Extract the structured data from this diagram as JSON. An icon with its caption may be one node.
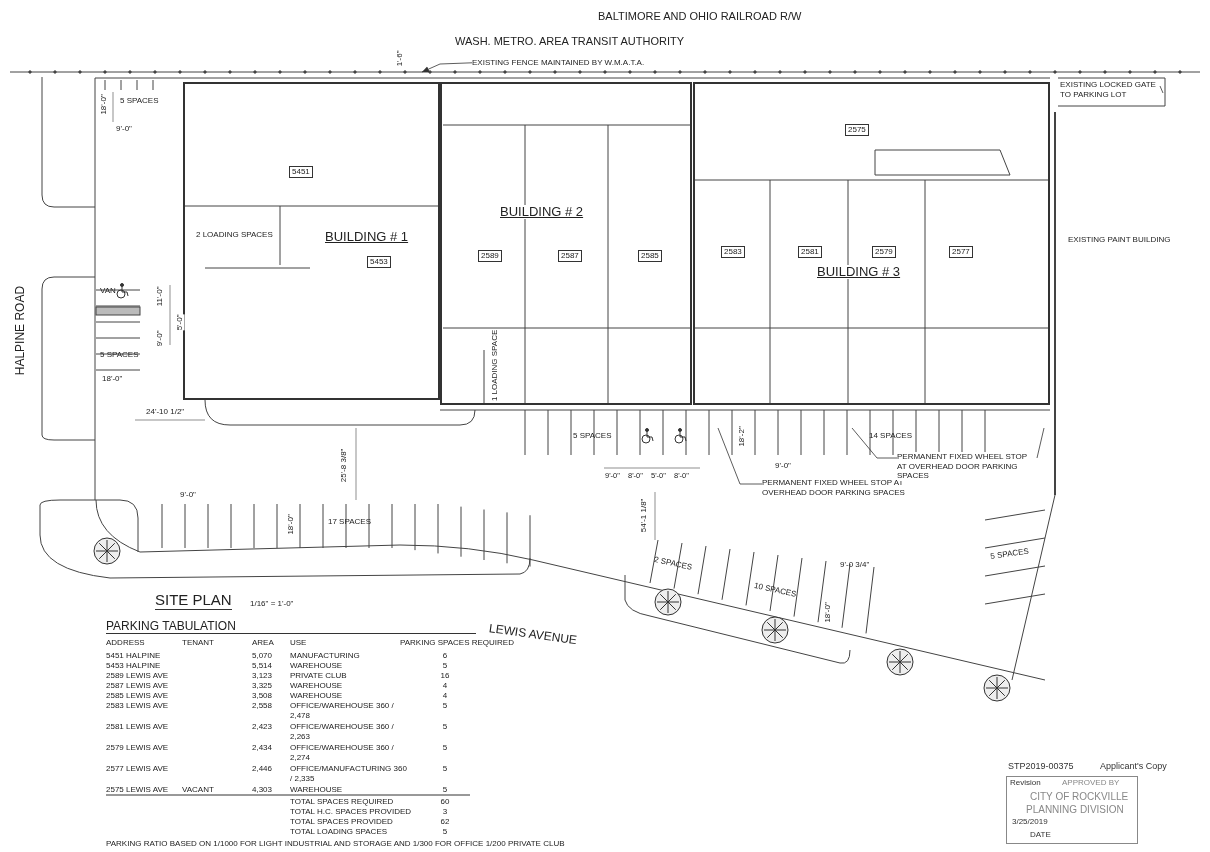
{
  "diagram": {
    "title": "SITE PLAN",
    "nodes": [
      {
        "text": [
          "BUILDING # 1"
        ]
      },
      {
        "text": [
          "5451"
        ],
        "in": 0
      },
      {
        "text": [
          "5453"
        ],
        "in": 0
      },
      {
        "text": [
          "BUILDING # 2"
        ]
      },
      {
        "text": [
          "2589"
        ],
        "in": 3
      },
      {
        "text": [
          "2587"
        ],
        "in": 3
      },
      {
        "text": [
          "2585"
        ],
        "in": 3
      },
      {
        "text": [
          "BUILDING # 3"
        ]
      },
      {
        "text": [
          "2575"
        ],
        "in": 7
      },
      {
        "text": [
          "2583"
        ],
        "in": 7
      },
      {
        "text": [
          "2581"
        ],
        "in": 7
      },
      {
        "text": [
          "2579"
        ],
        "in": 7
      },
      {
        "text": [
          "2577"
        ],
        "in": 7
      },
      {
        "text": [
          "EXISTING FENCE MAINTAINED BY W.M.A.T.A."
        ]
      },
      {
        "text": [
          "PERMANENT FIXED WHEEL STOP AT OVERHEAD DOOR PARKING SPACES"
        ]
      },
      {
        "text": [
          "PERMANENT FIXED WHEEL STOP AT OVERHEAD DOOR PARKING SPACES"
        ]
      },
      {
        "text": [
          "EXISTING LOCKED GATE TO PARKING LOT"
        ]
      },
      {
        "text": [],
        "shape": "line"
      }
    ],
    "edges": [
      {
        "from": 13,
        "to": 17,
        "arrow": "to"
      },
      {
        "from": 14,
        "to": null,
        "arrow": "none"
      },
      {
        "from": 15,
        "to": null,
        "arrow": "none"
      },
      {
        "from": 15,
        "to": null,
        "arrow": "none"
      },
      {
        "from": 16,
        "to": null,
        "arrow": "none"
      }
    ],
    "labels": [
      "BALTIMORE AND OHIO RAILROAD R/W",
      "WASH. METRO. AREA TRANSIT AUTHORITY",
      "1'-6\"",
      "18'-0\"",
      "5 SPACES",
      "9'-0\"",
      "2 LOADING SPACES",
      "HALPINE ROAD",
      "VAN",
      "11'-0\"",
      "5'-0\"",
      "9'-0\"",
      "5 SPACES",
      "18'-0\"",
      "1 LOADING SPACE",
      "24'-10 1/2\"",
      "5 SPACES",
      "25'-8 3/8\"",
      "18'-2\"",
      "14 SPACES",
      "9'-0\"",
      "8'-0\"",
      "5'-0\"",
      "8'-0\"",
      "9'-0\"",
      "54'-1 1/8\"",
      "9'-0\"",
      "18'-0\"",
      "17 SPACES",
      "EXISTING PAINT BUILDING",
      "2 SPACES",
      "10 SPACES",
      "9'-0 3/4\"",
      "18'-0\"",
      "5 SPACES",
      "LEWIS AVENUE",
      "1/16\" = 1'-0\"",
      "PARKING TABULATION",
      "ADDRESS",
      "TENANT",
      "AREA",
      "USE",
      "PARKING SPACES REQUIRED",
      "5451 HALPINE",
      "5,070",
      "MANUFACTURING",
      "6",
      "5453 HALPINE",
      "5,514",
      "WAREHOUSE",
      "5",
      "2589 LEWIS AVE",
      "3,123",
      "PRIVATE CLUB",
      "16",
      "2587 LEWIS AVE",
      "3,325",
      "WAREHOUSE",
      "4",
      "2585 LEWIS AVE",
      "3,508",
      "WAREHOUSE",
      "4",
      "2583 LEWIS AVE",
      "2,558",
      "OFFICE/WAREHOUSE 360 / 2,478",
      "5",
      "2581 LEWIS AVE",
      "2,423",
      "OFFICE/WAREHOUSE 360 / 2,263",
      "5",
      "2579 LEWIS AVE",
      "2,434",
      "OFFICE/WAREHOUSE 360 / 2,274",
      "5",
      "2577 LEWIS AVE",
      "2,446",
      "OFFICE/MANUFACTURING 360 / 2,335",
      "5",
      "2575 LEWIS AVE",
      "VACANT",
      "4,303",
      "WAREHOUSE",
      "5",
      "TOTAL SPACES REQUIRED",
      "60",
      "TOTAL H.C. SPACES PROVIDED",
      "3",
      "TOTAL SPACES PROVIDED",
      "62",
      "TOTAL LOADING SPACES",
      "5",
      "PARKING RATIO BASED ON 1/1000 FOR LIGHT INDUSTRIAL AND STORAGE AND 1/300 FOR OFFICE 1/200 PRIVATE CLUB",
      "STP2019-00375",
      "Applicant's Copy",
      "Revision",
      "APPROVED BY",
      "CITY OF ROCKVILLE",
      "PLANNING DIVISION",
      "3/25/2019",
      "DATE"
    ]
  }
}
